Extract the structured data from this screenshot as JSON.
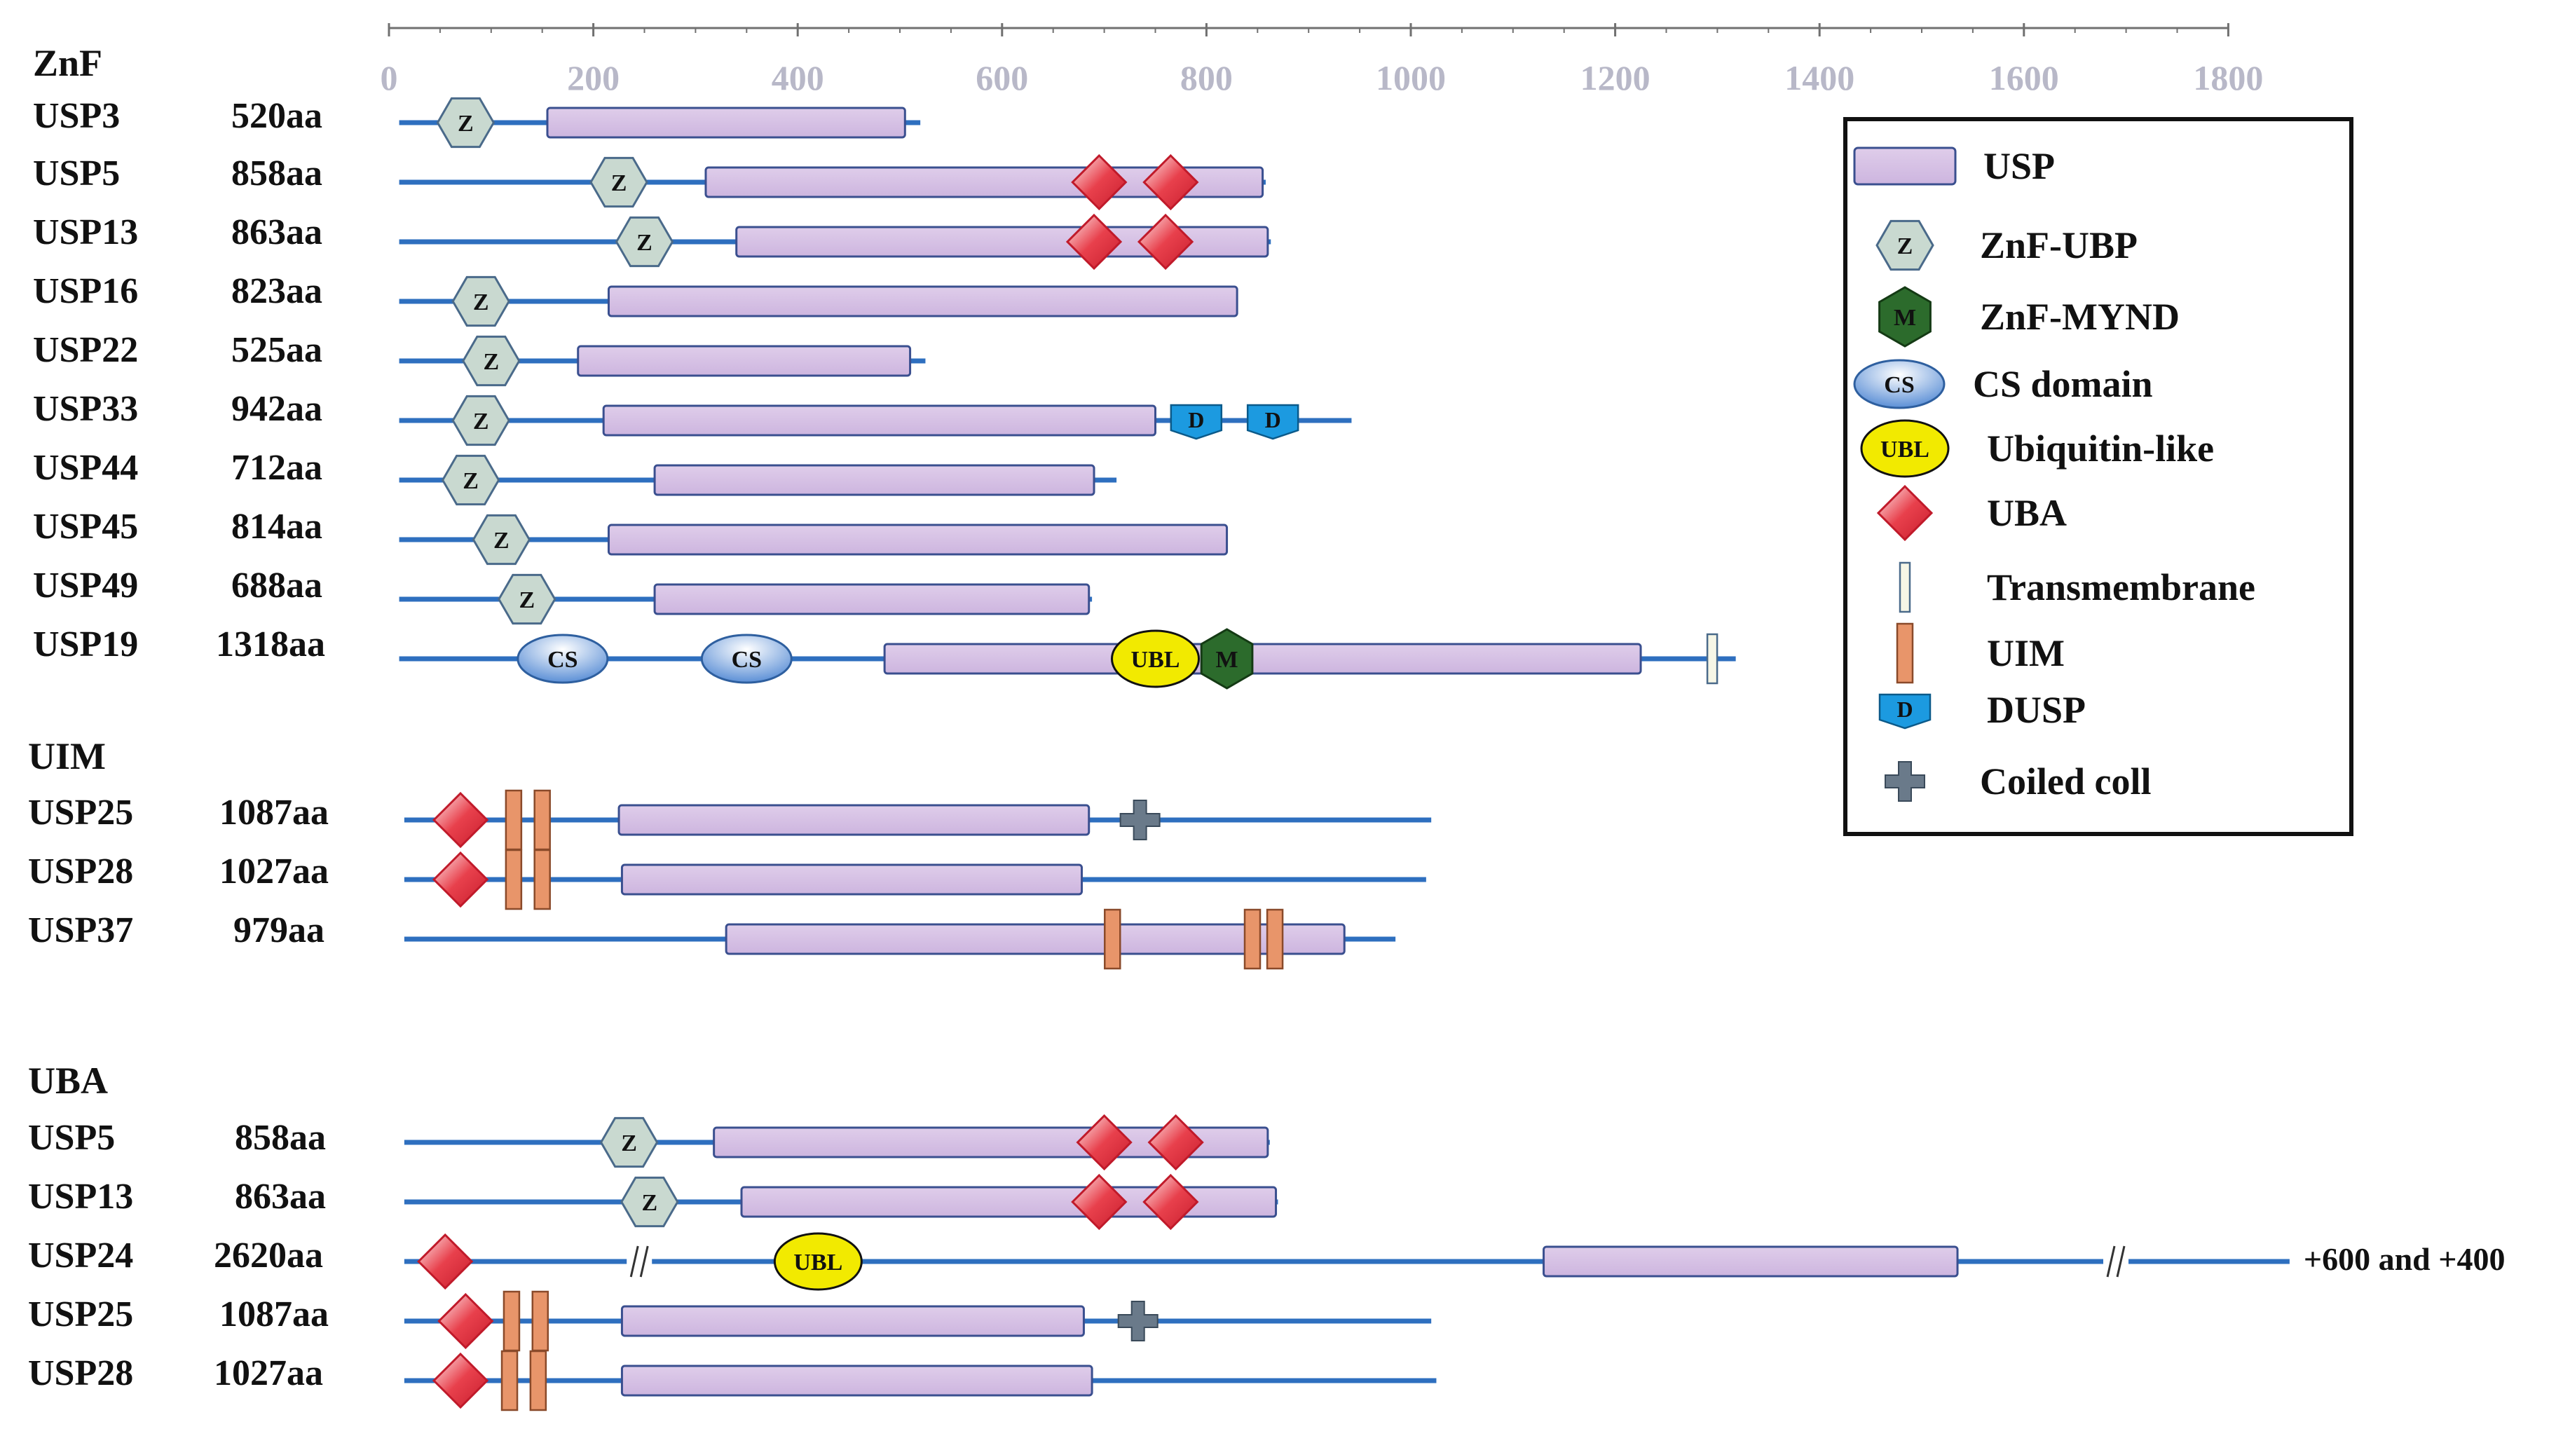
{
  "axis": {
    "ticks": [
      "0",
      "200",
      "400",
      "600",
      "800",
      "1000",
      "1200",
      "1400",
      "1600",
      "1800"
    ]
  },
  "groups": [
    {
      "name": "ZnF",
      "rows": [
        {
          "name": "USP3",
          "length": "520aa",
          "end": 520,
          "usp": [
            155,
            505
          ],
          "features": [
            {
              "type": "znf",
              "pos": 75
            }
          ]
        },
        {
          "name": "USP5",
          "length": "858aa",
          "end": 858,
          "usp": [
            310,
            855
          ],
          "features": [
            {
              "type": "znf",
              "pos": 225
            },
            {
              "type": "uba",
              "pos": 695
            },
            {
              "type": "uba",
              "pos": 765
            }
          ]
        },
        {
          "name": "USP13",
          "length": "863aa",
          "end": 863,
          "usp": [
            340,
            860
          ],
          "features": [
            {
              "type": "znf",
              "pos": 250
            },
            {
              "type": "uba",
              "pos": 690
            },
            {
              "type": "uba",
              "pos": 760
            }
          ]
        },
        {
          "name": "USP16",
          "length": "823aa",
          "end": 823,
          "usp": [
            215,
            830
          ],
          "features": [
            {
              "type": "znf",
              "pos": 90
            }
          ]
        },
        {
          "name": "USP22",
          "length": "525aa",
          "end": 525,
          "usp": [
            185,
            510
          ],
          "features": [
            {
              "type": "znf",
              "pos": 100
            }
          ]
        },
        {
          "name": "USP33",
          "length": "942aa",
          "end": 942,
          "usp": [
            210,
            750
          ],
          "features": [
            {
              "type": "znf",
              "pos": 90
            },
            {
              "type": "dusp",
              "pos": 790
            },
            {
              "type": "dusp",
              "pos": 865
            }
          ]
        },
        {
          "name": "USP44",
          "length": "712aa",
          "end": 712,
          "usp": [
            260,
            690
          ],
          "features": [
            {
              "type": "znf",
              "pos": 80
            }
          ]
        },
        {
          "name": "USP45",
          "length": "814aa",
          "end": 814,
          "usp": [
            215,
            820
          ],
          "features": [
            {
              "type": "znf",
              "pos": 110
            }
          ]
        },
        {
          "name": "USP49",
          "length": "688aa",
          "end": 688,
          "usp": [
            260,
            685
          ],
          "features": [
            {
              "type": "znf",
              "pos": 135
            }
          ]
        },
        {
          "name": "USP19",
          "length": "1318aa",
          "end": 1318,
          "usp": [
            485,
            1225
          ],
          "features": [
            {
              "type": "cs",
              "pos": 170
            },
            {
              "type": "cs",
              "pos": 350
            },
            {
              "type": "ubl",
              "pos": 750
            },
            {
              "type": "mynd",
              "pos": 820
            },
            {
              "type": "tm",
              "pos": 1295
            }
          ]
        }
      ]
    },
    {
      "name": "UIM",
      "rows": [
        {
          "name": "USP25",
          "length": "1087aa",
          "end": 1020,
          "usp": [
            225,
            685
          ],
          "features": [
            {
              "type": "uba",
              "pos": 70
            },
            {
              "type": "uim",
              "pos": 122
            },
            {
              "type": "uim",
              "pos": 150
            },
            {
              "type": "cc",
              "pos": 735
            }
          ]
        },
        {
          "name": "USP28",
          "length": "1027aa",
          "end": 1015,
          "usp": [
            228,
            678
          ],
          "features": [
            {
              "type": "uba",
              "pos": 70
            },
            {
              "type": "uim",
              "pos": 122
            },
            {
              "type": "uim",
              "pos": 150
            }
          ]
        },
        {
          "name": "USP37",
          "length": "979aa",
          "end": 985,
          "usp": [
            330,
            935
          ],
          "features": [
            {
              "type": "uim",
              "pos": 708
            },
            {
              "type": "uim",
              "pos": 845
            },
            {
              "type": "uim",
              "pos": 867
            }
          ]
        }
      ]
    },
    {
      "name": "UBA",
      "rows": [
        {
          "name": "USP5",
          "length": "858aa",
          "end": 862,
          "usp": [
            318,
            860
          ],
          "features": [
            {
              "type": "znf",
              "pos": 235
            },
            {
              "type": "uba",
              "pos": 700
            },
            {
              "type": "uba",
              "pos": 770
            }
          ]
        },
        {
          "name": "USP13",
          "length": "863aa",
          "end": 870,
          "usp": [
            345,
            868
          ],
          "features": [
            {
              "type": "znf",
              "pos": 255
            },
            {
              "type": "uba",
              "pos": 695
            },
            {
              "type": "uba",
              "pos": 765
            }
          ]
        },
        {
          "name": "USP24",
          "length": "2620aa",
          "end": 1860,
          "usp": [
            1130,
            1535
          ],
          "note": "+600 and +400",
          "features": [
            {
              "type": "uba",
              "pos": 55
            },
            {
              "type": "break",
              "pos": 245
            },
            {
              "type": "ubl",
              "pos": 420
            },
            {
              "type": "break",
              "pos": 1690
            }
          ]
        },
        {
          "name": "USP25",
          "length": "1087aa",
          "end": 1020,
          "usp": [
            228,
            680
          ],
          "features": [
            {
              "type": "uba",
              "pos": 75
            },
            {
              "type": "uim",
              "pos": 120
            },
            {
              "type": "uim",
              "pos": 148
            },
            {
              "type": "cc",
              "pos": 733
            }
          ]
        },
        {
          "name": "USP28",
          "length": "1027aa",
          "end": 1025,
          "usp": [
            228,
            688
          ],
          "features": [
            {
              "type": "uba",
              "pos": 70
            },
            {
              "type": "uim",
              "pos": 118
            },
            {
              "type": "uim",
              "pos": 146
            }
          ]
        }
      ]
    }
  ],
  "legend": {
    "items": [
      {
        "type": "usp",
        "label": "USP"
      },
      {
        "type": "znf",
        "label": "ZnF-UBP"
      },
      {
        "type": "mynd",
        "label": "ZnF-MYND"
      },
      {
        "type": "cs",
        "label": "CS domain"
      },
      {
        "type": "ubl",
        "label": "Ubiquitin-like"
      },
      {
        "type": "uba",
        "label": "UBA"
      },
      {
        "type": "tm",
        "label": "Transmembrane"
      },
      {
        "type": "uim",
        "label": "UIM"
      },
      {
        "type": "dusp",
        "label": "DUSP"
      },
      {
        "type": "cc",
        "label": "Coiled coll"
      }
    ]
  },
  "glyphs": {
    "znf": "Z",
    "mynd": "M",
    "cs": "CS",
    "ubl": "UBL",
    "dusp": "D",
    "break": "//"
  },
  "colors": {
    "line": "#2e6fbf",
    "usp_fill": "#d7c2e6",
    "usp_stroke": "#3a4f8f",
    "znf_fill": "#c9d9d0",
    "mynd_fill": "#2c6b2c",
    "cs_fill": "#bcd2f0",
    "ubl_fill": "#f2ea00",
    "uba_fill": "#e8404c",
    "tm_fill": "#f6f6e6",
    "uim_fill": "#e8956a",
    "dusp_fill": "#1c9ae0",
    "cc_fill": "#6a7a8a",
    "axis": "#707070",
    "tick_text": "#b8b8c8"
  }
}
